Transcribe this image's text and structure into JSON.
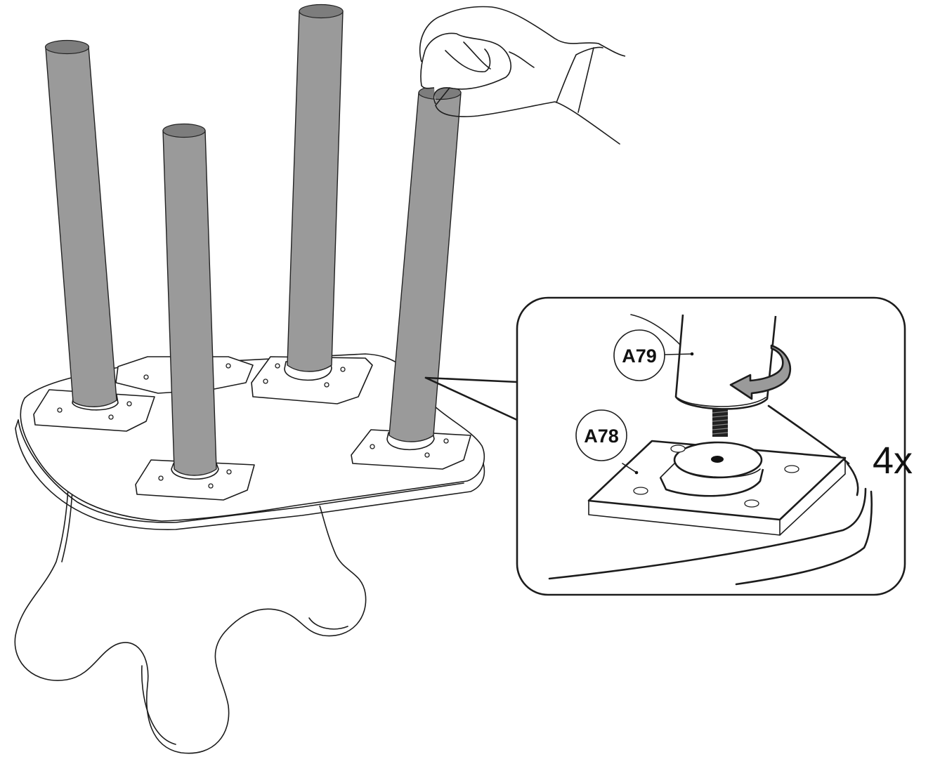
{
  "parts": [
    {
      "id": "a79",
      "label": "A79"
    },
    {
      "id": "a78",
      "label": "A78"
    }
  ],
  "quantity": "4x",
  "colors": {
    "line": "#1c1c1c",
    "leg_fill": "#9a9a9a",
    "background": "#ffffff"
  },
  "icons": [
    "hand-icon",
    "rotation-arrow-icon",
    "threaded-bolt-icon"
  ]
}
